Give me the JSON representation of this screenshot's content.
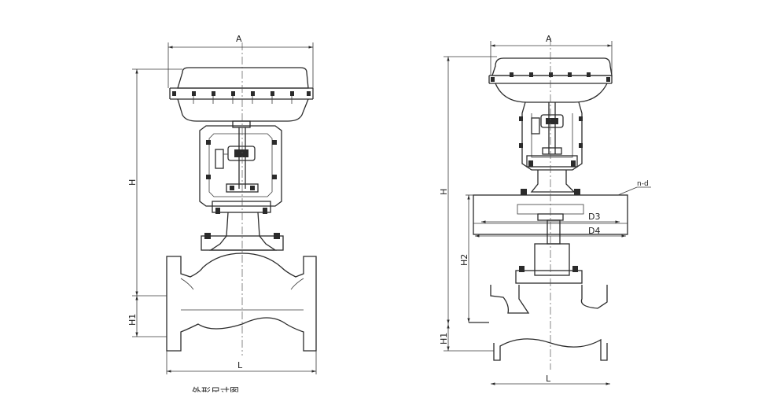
{
  "left_view": {
    "dim_top": "A",
    "dim_height": "H",
    "dim_base": "H1",
    "dim_length": "L",
    "caption": "外形尺寸图"
  },
  "right_view": {
    "dim_top": "A",
    "dim_height": "H",
    "dim_mid": "H2",
    "dim_base": "H1",
    "dim_length": "L",
    "dim_d3": "D3",
    "dim_d4": "D4",
    "dim_bolt": "n-d"
  }
}
